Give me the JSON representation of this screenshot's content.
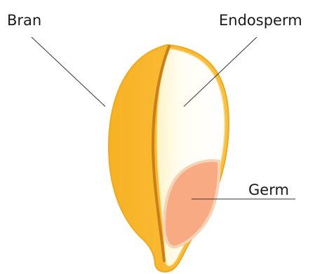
{
  "labels": {
    "bran": "Bran",
    "endosperm": "Endosperm",
    "germ": "Germ"
  },
  "colors": {
    "bran": "#F7B731",
    "bran_dark": "#E09A1E",
    "crease": "#C87A18",
    "endosperm": "#FFFBEA",
    "endosperm_edge": "#F7E4A8",
    "germ": "#F9A982",
    "germ_edge": "#F4D1B5",
    "leader": "#333333"
  }
}
